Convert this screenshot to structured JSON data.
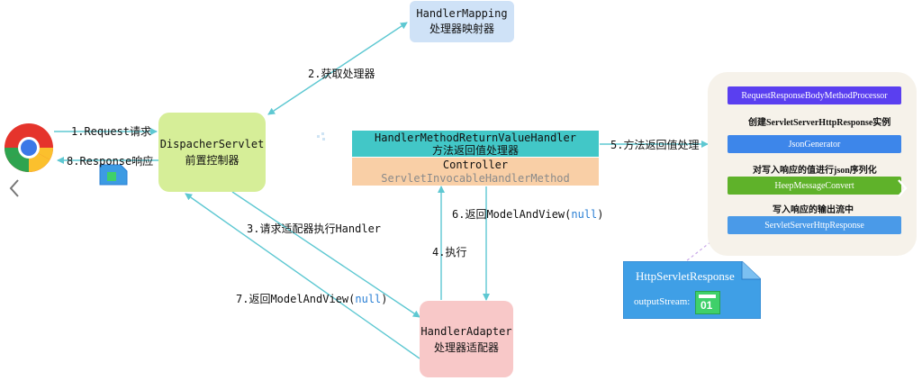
{
  "colors": {
    "arrow": "#5ec8d2",
    "handler_mapping_fill": "#cfe2f7",
    "dispatcher_fill": "#d6ee98",
    "return_handler_fill": "#42c7c7",
    "controller_fill": "#f9cfa6",
    "adapter_fill": "#f8c8c8",
    "right_panel_fill": "#f6f2ea",
    "blue_step": "#3d86ea",
    "purple_step": "#5a3ff0",
    "green_step": "#5fb22a",
    "response_note": "#3f9fe6",
    "link_blue": "#2a7fd4"
  },
  "nodes": {
    "handler_mapping": {
      "line1": "HandlerMapping",
      "line2": "处理器映射器"
    },
    "dispatcher": {
      "line1": "DispacherServlet",
      "line2": "前置控制器"
    },
    "return_handler": {
      "line1": "HandlerMethodReturnValueHandler",
      "line2": "方法返回值处理器"
    },
    "controller": {
      "line1": "Controller",
      "line2": "ServletInvocableHandlerMethod"
    },
    "adapter": {
      "line1": "HandlerAdapter",
      "line2": "处理器适配器"
    }
  },
  "labels": {
    "step1": "1.Request请求",
    "step2": "2.获取处理器",
    "step3": "3.请求适配器执行Handler",
    "step4": "4.执行",
    "step5": "5.方法返回值处理",
    "step6_prefix": "6.返回ModelAndView(",
    "step6_null": "null",
    "step6_suffix": ")",
    "step7_prefix": "7.返回ModelAndView(",
    "step7_null": "null",
    "step7_suffix": ")",
    "step8": "8.Response响应"
  },
  "right_panel": {
    "steps": [
      "RequestResponseBodyMethodProcessor",
      "JsonGenerator",
      "HeepMessageConvert",
      "ServletServerHttpResponse"
    ],
    "notes": [
      "创建ServletServerHttpResponse实例",
      "对写入响应的值进行json序列化",
      "写入响应的输出流中"
    ]
  },
  "response_note": {
    "title": "HttpServletResponse",
    "field": "outputStream:",
    "stream_glyph": "01"
  },
  "icons": {
    "browser": "chrome-browser-icon",
    "document": "document-icon",
    "prev": "chevron-left-icon",
    "next": "chevron-right-icon"
  }
}
